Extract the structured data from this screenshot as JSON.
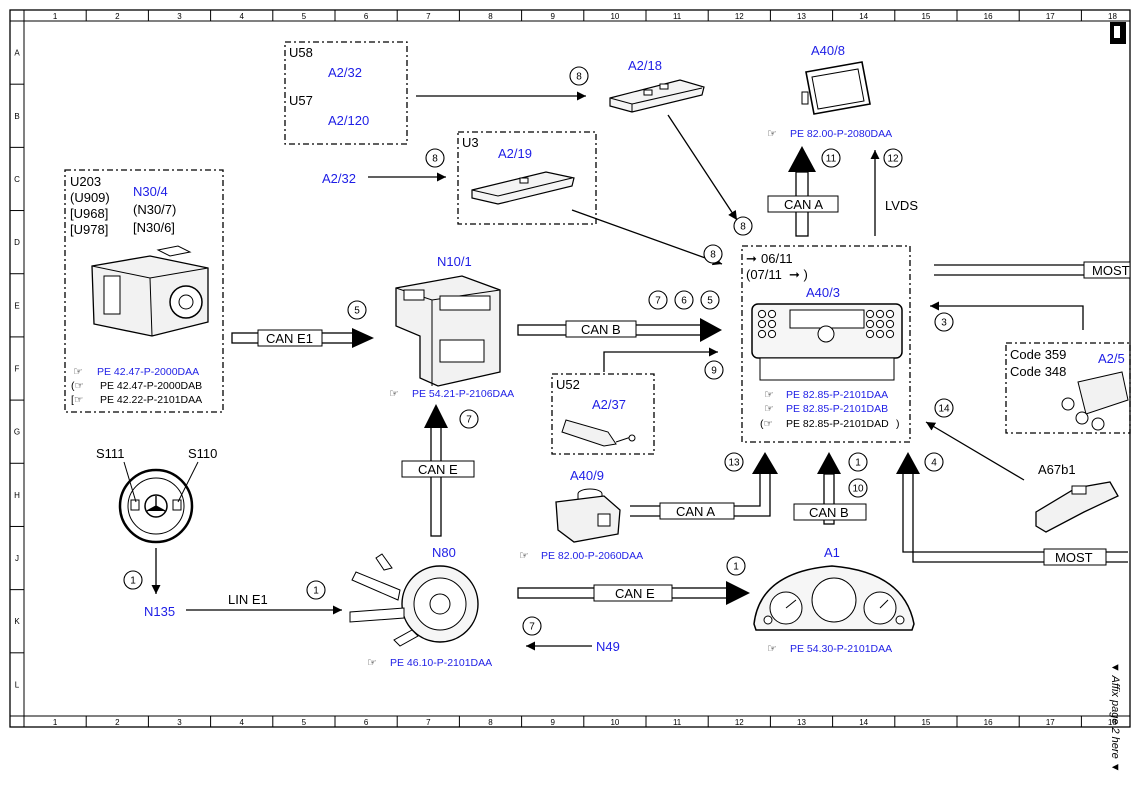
{
  "grid": {
    "columns": [
      "1",
      "2",
      "3",
      "4",
      "5",
      "6",
      "7",
      "8",
      "9",
      "10",
      "11",
      "12",
      "13",
      "14",
      "15",
      "16",
      "17",
      "18"
    ],
    "rows": [
      "A",
      "B",
      "C",
      "D",
      "E",
      "F",
      "G",
      "H",
      "J",
      "K",
      "L"
    ]
  },
  "side_note": "▼ Affix page 2 here ▼",
  "components": {
    "u58": "U58",
    "a2_32_top": "A2/32",
    "u57": "U57",
    "a2_120": "A2/120",
    "a2_18": "A2/18",
    "a40_8": "A40/8",
    "pe_a40_8": "PE 82.00-P-2080DAA",
    "u3": "U3",
    "a2_19": "A2/19",
    "a2_32_left": "A2/32",
    "u203": "U203",
    "u909": "(U909)",
    "u968": "[U968]",
    "u978": "[U978]",
    "n30_4": "N30/4",
    "n30_7": "(N30/7)",
    "n30_6": "[N30/6]",
    "pe_n30_1": "PE 42.47-P-2000DAA",
    "pe_n30_2": "PE 42.47-P-2000DAB",
    "pe_n30_3": "PE 42.22-P-2101DAA",
    "n10_1": "N10/1",
    "pe_n10_1": "PE 54.21-P-2106DAA",
    "u52": "U52",
    "a2_37": "A2/37",
    "a40_9": "A40/9",
    "pe_a40_9": "PE 82.00-P-2060DAA",
    "a40_3": "A40/3",
    "date1": "06/11",
    "date2": "(07/11 ",
    "pe_a40_3_1": "PE 82.85-P-2101DAA",
    "pe_a40_3_2": "PE 82.85-P-2101DAB",
    "pe_a40_3_3": "PE 82.85-P-2101DAD",
    "code359": "Code 359",
    "code348": "Code 348",
    "a2_5": "A2/5",
    "a67b1": "A67b1",
    "s111": "S111",
    "s110": "S110",
    "n135": "N135",
    "n80": "N80",
    "pe_n80": "PE 46.10-P-2101DAA",
    "a1": "A1",
    "pe_a1": "PE 54.30-P-2101DAA",
    "n49": "N49"
  },
  "bus_labels": {
    "can_e1": "CAN E1",
    "can_b_mid": "CAN B",
    "can_e_vert": "CAN E",
    "can_a_top": "CAN A",
    "lvds": "LVDS",
    "most_top": "MOST",
    "can_a_bottom": "CAN A",
    "can_b_bottom": "CAN B",
    "most_bottom": "MOST",
    "lin_e1": "LIN E1",
    "can_e_bottom": "CAN E"
  },
  "callouts": {
    "c8a": "8",
    "c8b": "8",
    "c8c": "8",
    "c8d": "8",
    "c11": "11",
    "c12": "12",
    "c5a": "5",
    "c7a": "7",
    "c6": "6",
    "c5b": "5",
    "c9": "9",
    "c3": "3",
    "c7b": "7",
    "c13": "13",
    "c1a": "1",
    "c10": "10",
    "c4": "4",
    "c14": "14",
    "c1b": "1",
    "c1c": "1",
    "c1d": "1",
    "c7c": "7"
  }
}
